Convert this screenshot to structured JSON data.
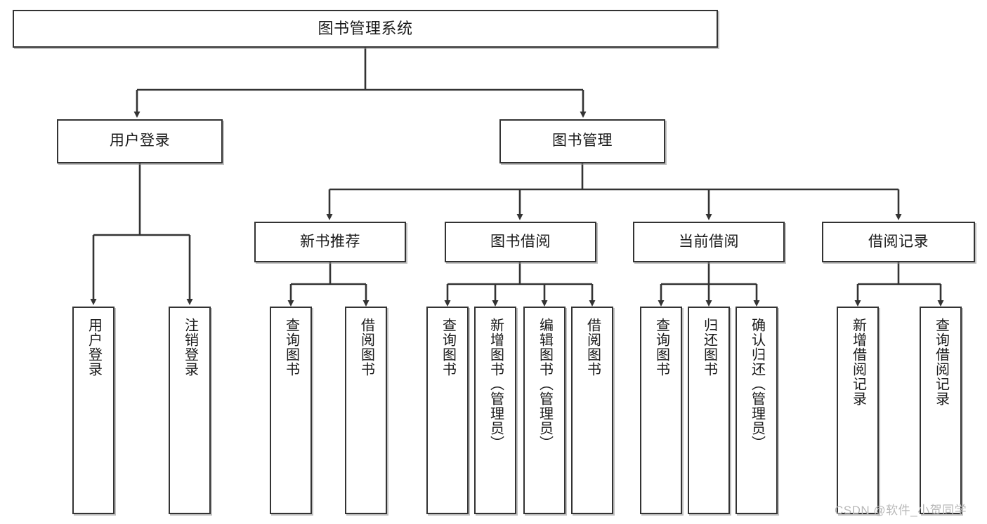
{
  "diagram": {
    "title": "图书管理系统",
    "type": "hierarchy-tree",
    "watermark": "CSDN @软件_小贺同学",
    "colors": {
      "box_border": "#333333",
      "box_fill": "#ffffff",
      "edge": "#333333",
      "text": "#1a1a1a",
      "watermark": "#b9b9b9",
      "background": "#ffffff"
    },
    "nodes": {
      "root": {
        "label": "图书管理系统"
      },
      "level2": [
        {
          "label": "用户登录"
        },
        {
          "label": "图书管理"
        }
      ],
      "level3": [
        {
          "label": "新书推荐"
        },
        {
          "label": "图书借阅"
        },
        {
          "label": "当前借阅"
        },
        {
          "label": "借阅记录"
        }
      ],
      "leaves_user_login": [
        {
          "label": "用户登录"
        },
        {
          "label": "注销登录"
        }
      ],
      "leaves_new_book": [
        {
          "label": "查询图书"
        },
        {
          "label": "借阅图书"
        }
      ],
      "leaves_borrow": [
        {
          "label": "查询图书"
        },
        {
          "label": "新增图书（管理员）"
        },
        {
          "label": "编辑图书（管理员）"
        },
        {
          "label": "借阅图书"
        }
      ],
      "leaves_current": [
        {
          "label": "查询图书"
        },
        {
          "label": "归还图书"
        },
        {
          "label": "确认归还（管理员）"
        }
      ],
      "leaves_record": [
        {
          "label": "新增借阅记录"
        },
        {
          "label": "查询借阅记录"
        }
      ]
    }
  }
}
